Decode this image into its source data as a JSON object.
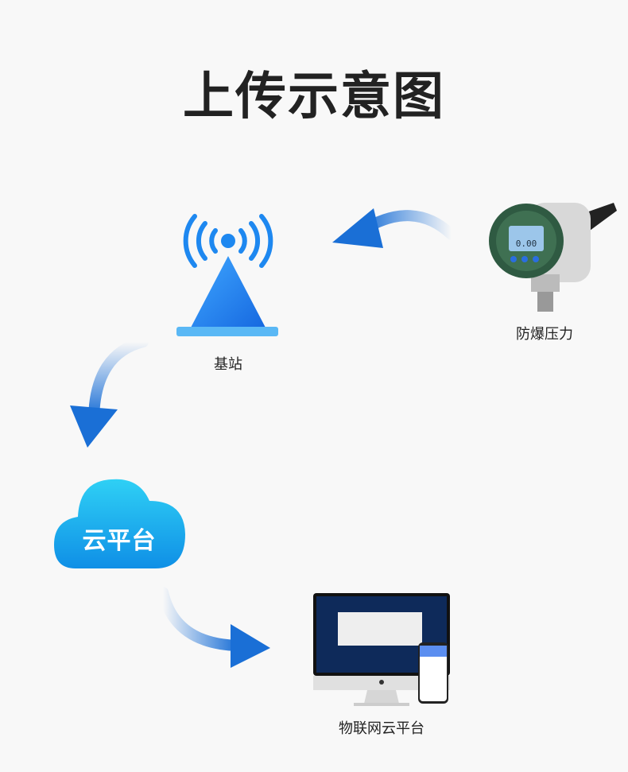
{
  "title": "上传示意图",
  "nodes": {
    "sensor": {
      "label": "防爆压力",
      "display_value": "0.00"
    },
    "base_station": {
      "label": "基站"
    },
    "cloud": {
      "text": "云平台"
    },
    "iot_platform": {
      "label": "物联网云平台"
    }
  },
  "colors": {
    "arrow": "#1a6fd6",
    "accent": "#1e90ff",
    "cloud": "#1bb8f0"
  }
}
